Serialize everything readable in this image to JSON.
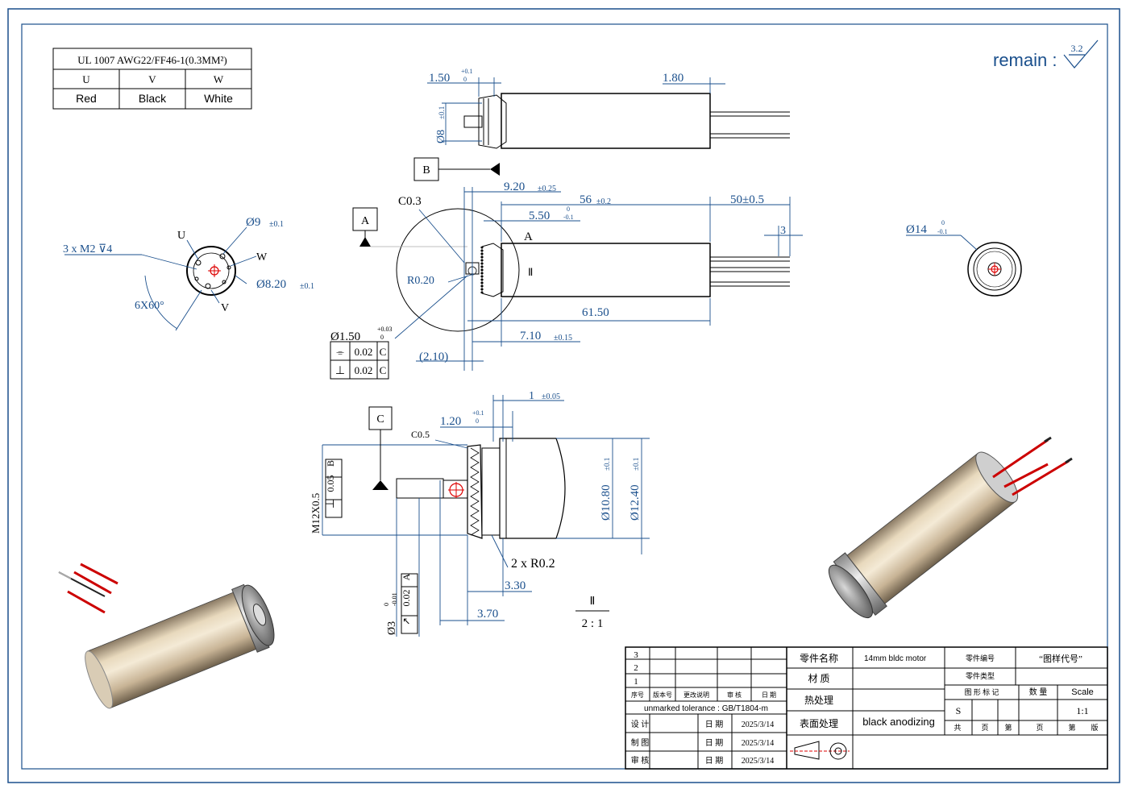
{
  "wire_table": {
    "header": "UL 1007 AWG22/FF46-1(0.3MM²)",
    "phases": [
      "U",
      "V",
      "W"
    ],
    "colors": [
      "Red",
      "Black",
      "White"
    ]
  },
  "surface_finish": {
    "prefix": "remain :",
    "value": "3.2"
  },
  "front_view": {
    "labels": {
      "u": "U",
      "v": "V",
      "w": "W"
    },
    "holes": "3 x  M2 ⊽4",
    "angle": "6X60°",
    "d9": "Ø9",
    "d9_tol": "±0.1",
    "d820": "Ø8.20",
    "d820_tol": "±0.1"
  },
  "top_view": {
    "d150": "1.50",
    "d150_tol_up": "+0.1",
    "d150_tol_lo": "0",
    "d180": "1.80",
    "d8": "Ø8",
    "d8_tol": "±0.1"
  },
  "datum_b": "B",
  "datum_a": "A",
  "datum_c": "C",
  "main_view": {
    "c03": "C0.3",
    "r020": "R0.20",
    "d920": "9.20",
    "d920_tol": "±0.25",
    "d56": "56",
    "d56_tol": "±0.2",
    "d50": "50±0.5",
    "d550": "5.50",
    "d550_tol_up": "0",
    "d550_tol_lo": "-0.1",
    "d3": "3",
    "a_label": "A",
    "detail_mark": "Ⅱ",
    "d6150": "61.50",
    "d710": "7.10",
    "d710_tol": "±0.15",
    "d210": "(2.10)",
    "shaft_dia": "Ø1.50",
    "shaft_tol_up": "+0.03",
    "shaft_tol_lo": "0",
    "gdt_rows": [
      {
        "symbol": "⌯",
        "value": "0.02",
        "datum": "C"
      },
      {
        "symbol": "⊥",
        "value": "0.02",
        "datum": "C"
      }
    ]
  },
  "right_view": {
    "d14": "Ø14",
    "d14_tol_up": "0",
    "d14_tol_lo": "-0.1"
  },
  "detail": {
    "d1": "1",
    "d1_tol": "±0.05",
    "d120": "1.20",
    "d120_tol_up": "+0.1",
    "d120_tol_lo": "0",
    "c05": "C0.5",
    "thread": "M12X0.5",
    "gdt": {
      "symbol": "⊥",
      "value": "0.05",
      "datum": "B"
    },
    "d1080": "Ø10.80",
    "d1080_tol": "±0.1",
    "d1240": "Ø12.40",
    "d1240_tol": "±0.1",
    "r02": "2 x R0.2",
    "d330": "3.30",
    "d370": "3.70",
    "d3": "Ø3",
    "d3_tol_up": "0",
    "d3_tol_lo": "-0.01",
    "runout": {
      "symbol": "↗",
      "value": "0.02",
      "datum": "A"
    },
    "mark": "Ⅱ",
    "scale": "2 : 1"
  },
  "title_block": {
    "rev_rows": [
      "3",
      "2",
      "1"
    ],
    "rev_headers": [
      "序号",
      "版本号",
      "更改说明",
      "审 核",
      "日 期"
    ],
    "tolerance_note": "unmarked tolerance : GB/T1804-m",
    "sign_rows": [
      {
        "role": "设 计",
        "date_label": "日 期",
        "date": "2025/3/14"
      },
      {
        "role": "制 图",
        "date_label": "日 期",
        "date": "2025/3/14"
      },
      {
        "role": "审 核",
        "date_label": "日 期",
        "date": "2025/3/14"
      }
    ],
    "part_name_label": "零件名称",
    "part_name": "14mm bldc motor",
    "material_label": "材  质",
    "heat_label": "热处理",
    "surface_label": "表面处理",
    "surface_value": "black anodizing",
    "part_no_label": "零件编号",
    "part_no": "“图样代号”",
    "part_type_label": "零件类型",
    "fig_mark_label": "图 形 标 记",
    "qty_label": "数 量",
    "scale_label": "Scale",
    "fig_mark": "S",
    "scale": "1:1",
    "sheet_row": [
      "共",
      "页",
      "第",
      "页",
      "第",
      "版"
    ]
  }
}
